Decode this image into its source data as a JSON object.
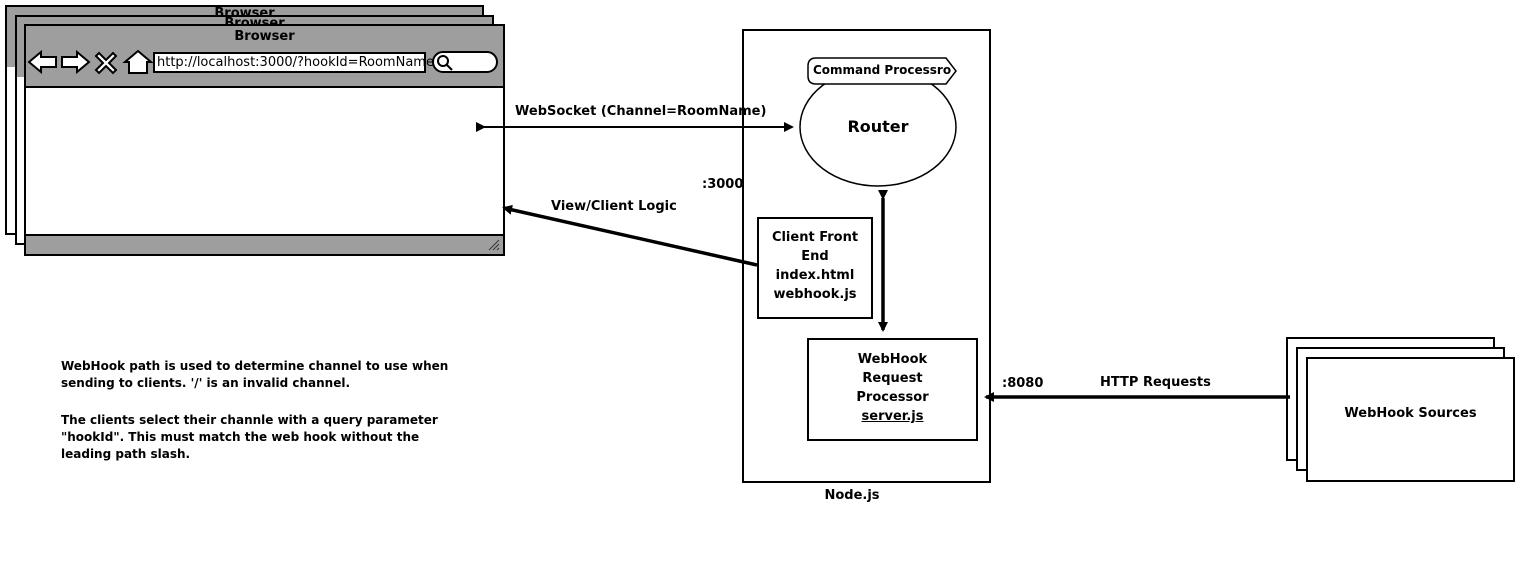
{
  "browser": {
    "back_title_1": "Browser",
    "back_title_2": "Browser",
    "title": "Browser",
    "url": "http://localhost:3000/?hookId=RoomName"
  },
  "server": {
    "label": "Node.js",
    "command_processor": "Command Processro",
    "router": "Router",
    "port_3000": ":3000",
    "port_8080": ":8080",
    "client_front_end": [
      "Client Front",
      "End",
      "index.html",
      "webhook.js"
    ],
    "webhook_processor": [
      "WebHook",
      "Request",
      "Processor",
      "server.js"
    ]
  },
  "links": {
    "websocket": "WebSocket (Channel=RoomName)",
    "view_logic": "View/Client Logic",
    "http_requests": "HTTP Requests"
  },
  "sources": {
    "label": "WebHook Sources"
  },
  "notes": {
    "line1": "WebHook path is used to determine channel to use when",
    "line2": "sending to clients. '/' is an invalid channel.",
    "line3": "The clients select their channle with a query parameter",
    "line4": "\"hookId\". This must match the web hook without the",
    "line5": "leading path slash."
  }
}
